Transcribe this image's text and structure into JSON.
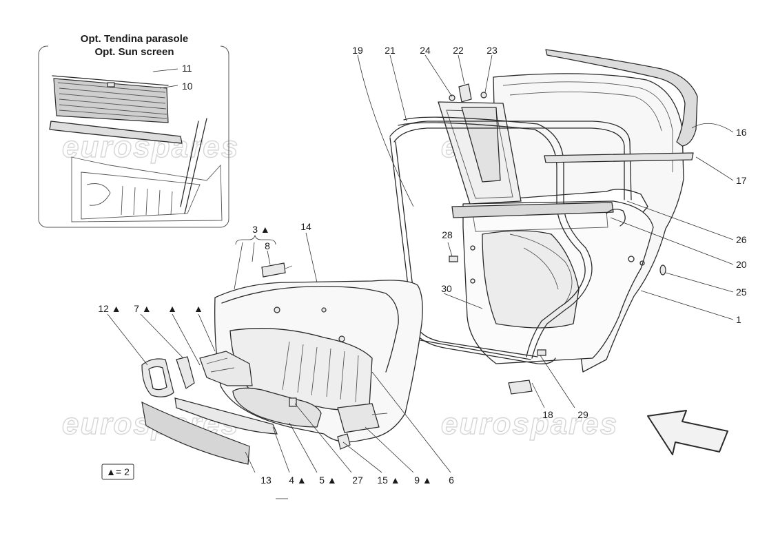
{
  "inset": {
    "title_line1": "Opt. Tendina parasole",
    "title_line2": "Opt. Sun screen"
  },
  "watermark": "eurospares",
  "legend": {
    "symbol": "▲",
    "text": "▲= 2"
  },
  "callouts": [
    {
      "id": "c11",
      "text": "11"
    },
    {
      "id": "c10",
      "text": "10"
    },
    {
      "id": "c19",
      "text": "19"
    },
    {
      "id": "c21",
      "text": "21"
    },
    {
      "id": "c24",
      "text": "24"
    },
    {
      "id": "c22",
      "text": "22"
    },
    {
      "id": "c23",
      "text": "23"
    },
    {
      "id": "c16",
      "text": "16"
    },
    {
      "id": "c17",
      "text": "17"
    },
    {
      "id": "c26",
      "text": "26"
    },
    {
      "id": "c20",
      "text": "20"
    },
    {
      "id": "c25",
      "text": "25"
    },
    {
      "id": "c1",
      "text": "1"
    },
    {
      "id": "c28",
      "text": "28"
    },
    {
      "id": "c30",
      "text": "30"
    },
    {
      "id": "c3",
      "text": "3 ▲"
    },
    {
      "id": "c8",
      "text": "8"
    },
    {
      "id": "c14",
      "text": "14"
    },
    {
      "id": "c12",
      "text": "12 ▲"
    },
    {
      "id": "c7",
      "text": "7 ▲"
    },
    {
      "id": "ctri1",
      "text": "▲"
    },
    {
      "id": "ctri2",
      "text": "▲"
    },
    {
      "id": "c18",
      "text": "18"
    },
    {
      "id": "c29",
      "text": "29"
    },
    {
      "id": "c13",
      "text": "13"
    },
    {
      "id": "c4",
      "text": "4 ▲"
    },
    {
      "id": "c5",
      "text": "5 ▲"
    },
    {
      "id": "c27",
      "text": "27"
    },
    {
      "id": "c15",
      "text": "15 ▲"
    },
    {
      "id": "c9",
      "text": "9 ▲"
    },
    {
      "id": "c6",
      "text": "6"
    }
  ]
}
